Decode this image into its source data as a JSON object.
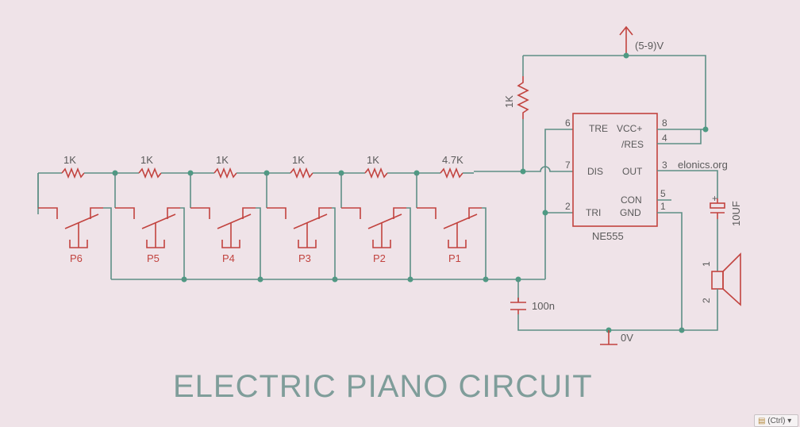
{
  "title": "ELECTRIC PIANO CIRCUIT",
  "supply_label": "(5-9)V",
  "ground_label": "0V",
  "watermark": "elonics.org",
  "top_resistor": "1K",
  "timing_cap": "100n",
  "output_cap": "10UF",
  "ic": {
    "name": "NE555",
    "pin_tre": "TRE",
    "pin_vcc": "VCC+",
    "pin_res": "/RES",
    "pin_dis": "DIS",
    "pin_out": "OUT",
    "pin_con": "CON",
    "pin_tri": "TRI",
    "pin_gnd": "GND",
    "num_6": "6",
    "num_7": "7",
    "num_2": "2",
    "num_8": "8",
    "num_4": "4",
    "num_3": "3",
    "num_5": "5",
    "num_1": "1"
  },
  "speaker_pin1": "1",
  "speaker_pin2": "2",
  "cap_plus": "+",
  "chain": [
    {
      "resistor": "1K",
      "button": "P6"
    },
    {
      "resistor": "1K",
      "button": "P5"
    },
    {
      "resistor": "1K",
      "button": "P4"
    },
    {
      "resistor": "1K",
      "button": "P3"
    },
    {
      "resistor": "1K",
      "button": "P2"
    },
    {
      "resistor": "4.7K",
      "button": "P1"
    }
  ],
  "ctrl_label": "(Ctrl)",
  "ctrl_arrow": "▾"
}
